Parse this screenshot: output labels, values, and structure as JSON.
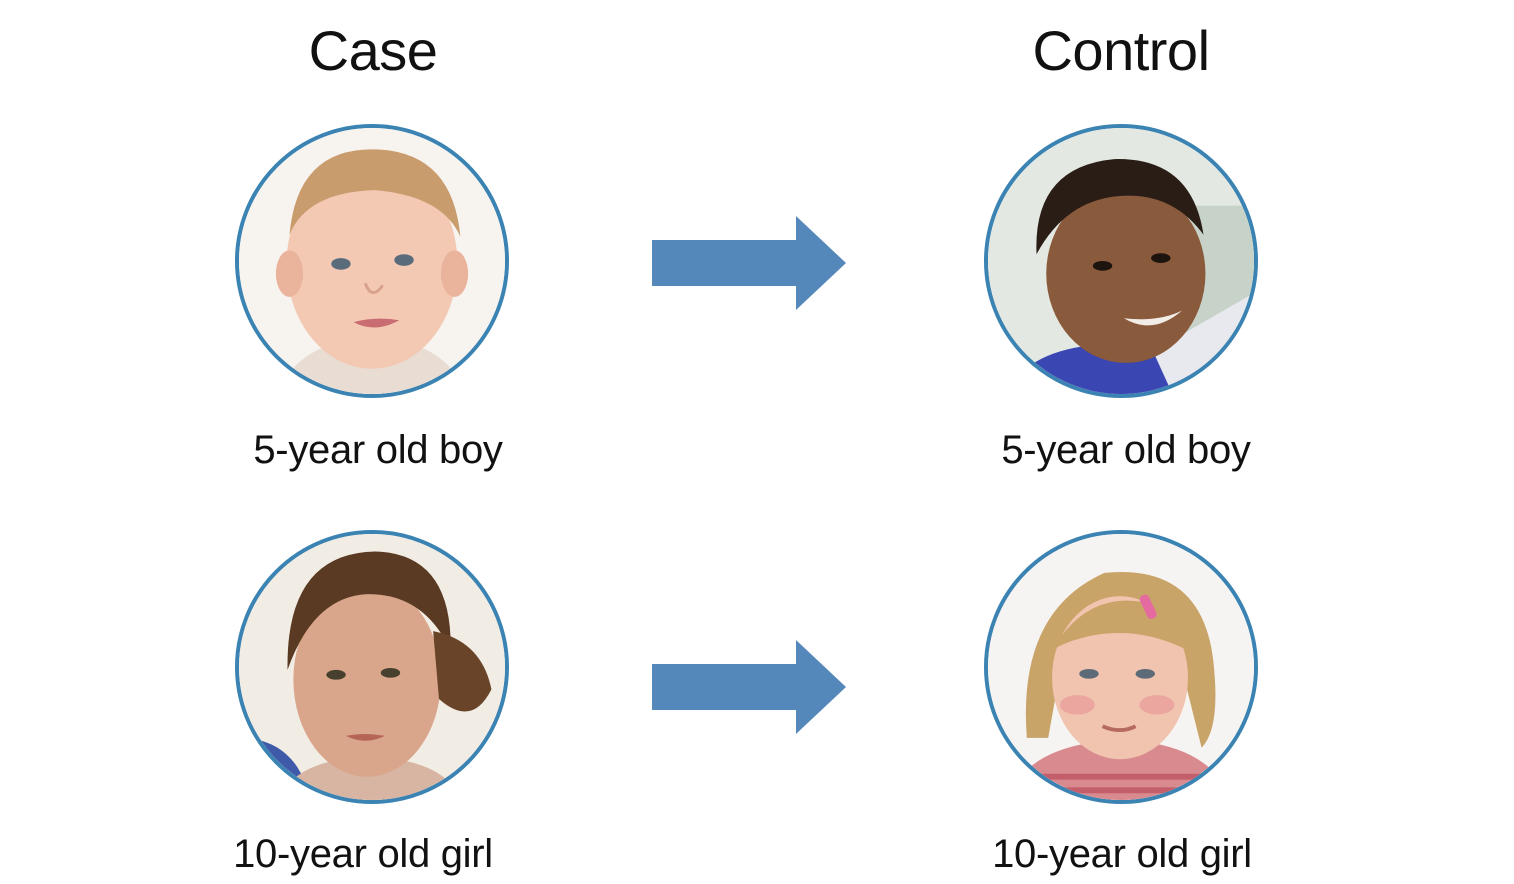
{
  "headings": {
    "case": "Case",
    "control": "Control"
  },
  "rows": [
    {
      "case_caption": "5-year old boy",
      "control_caption": "5-year old boy"
    },
    {
      "case_caption": "10-year old girl",
      "control_caption": "10-year old girl"
    }
  ],
  "colors": {
    "accent": "#3b83b2",
    "arrow": "#5588ba"
  }
}
